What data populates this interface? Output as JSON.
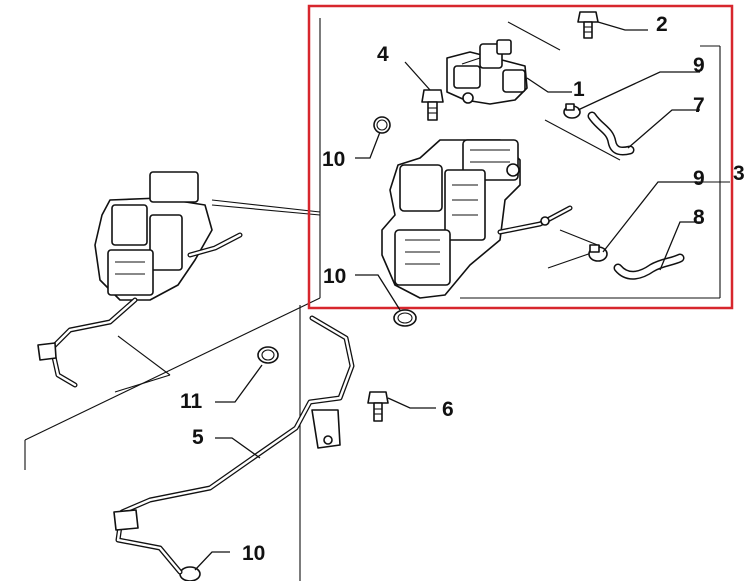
{
  "diagram": {
    "highlight_color": "#d7262d",
    "callouts": [
      "1",
      "2",
      "3",
      "4",
      "5",
      "6",
      "7",
      "8",
      "9",
      "9",
      "10",
      "10",
      "10",
      "11"
    ]
  }
}
